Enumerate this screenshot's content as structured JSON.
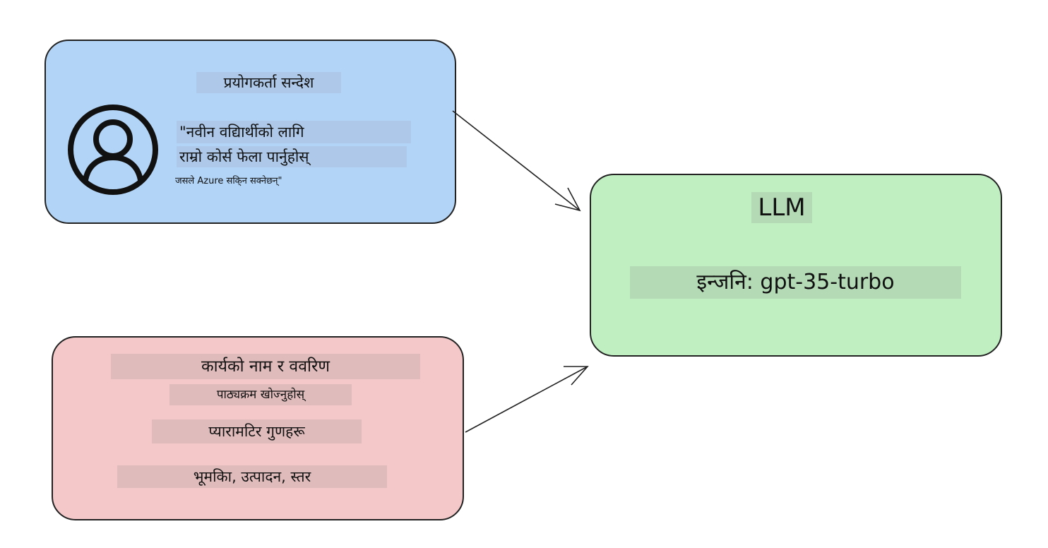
{
  "user_message": {
    "title": "प्रयोगकर्ता सन्देश",
    "quote_line1": "\"नवीन वद्यिार्थीको लागि",
    "quote_line2": "राम्रो कोर्स फेला पार्नुहोस्",
    "quote_line3": "जसले Azure सकि्न सक्नेछन्\"",
    "icon": "user-avatar-icon",
    "color": "#b2d4f7"
  },
  "task": {
    "name_label": "कार्यको नाम र ववरिण",
    "description": "पाठ्यक्रम खोज्नुहोस्",
    "params_label": "प्यारामटिर गुणहरू",
    "params": "भूमकिा, उत्पादन, स्तर",
    "color": "#f4c8c8"
  },
  "llm": {
    "title": "LLM",
    "engine": "इन्जनि: gpt-35-turbo",
    "color": "#c0f0c2"
  }
}
